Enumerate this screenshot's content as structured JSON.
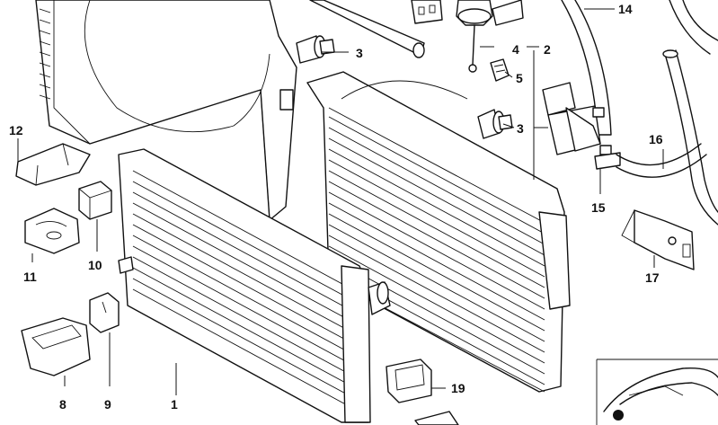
{
  "callouts": [
    {
      "id": "c1",
      "text": "1"
    },
    {
      "id": "c2",
      "text": "2"
    },
    {
      "id": "c3a",
      "text": "3"
    },
    {
      "id": "c3b",
      "text": "3"
    },
    {
      "id": "c4",
      "text": "4"
    },
    {
      "id": "c5",
      "text": "5"
    },
    {
      "id": "c8",
      "text": "8"
    },
    {
      "id": "c9",
      "text": "9"
    },
    {
      "id": "c10",
      "text": "10"
    },
    {
      "id": "c11",
      "text": "11"
    },
    {
      "id": "c12",
      "text": "12"
    },
    {
      "id": "c14",
      "text": "14"
    },
    {
      "id": "c15",
      "text": "15"
    },
    {
      "id": "c16",
      "text": "16"
    },
    {
      "id": "c17",
      "text": "17"
    },
    {
      "id": "c19",
      "text": "19"
    }
  ]
}
